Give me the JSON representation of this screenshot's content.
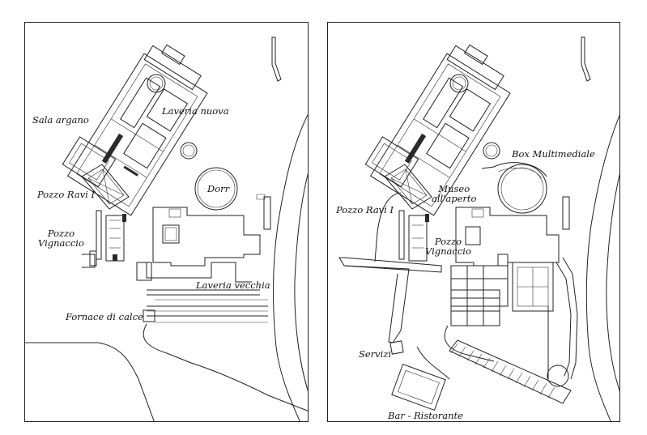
{
  "left_plan": {
    "labels": {
      "sala_argano": "Sala argano",
      "laveria_nuova": "Laveria nuova",
      "dorr": "Dorr",
      "pozzo_ravi": "Pozzo Ravi I",
      "pozzo_vignaccio": "Pozzo\nVignaccio",
      "laveria_vecchia": "Laveria vecchia",
      "fornace": "Fornace di calce"
    }
  },
  "right_plan": {
    "labels": {
      "box_multimediale": "Box Multimediale",
      "museo": "Museo\nall'aperto",
      "pozzo_ravi": "Pozzo Ravi I",
      "pozzo_vignaccio": "Pozzo\nVignaccio",
      "servizi": "Servizi",
      "bar_ristorante": "Bar - Ristorante"
    }
  },
  "colors": {
    "ink": "#222222",
    "paper": "#ffffff"
  }
}
